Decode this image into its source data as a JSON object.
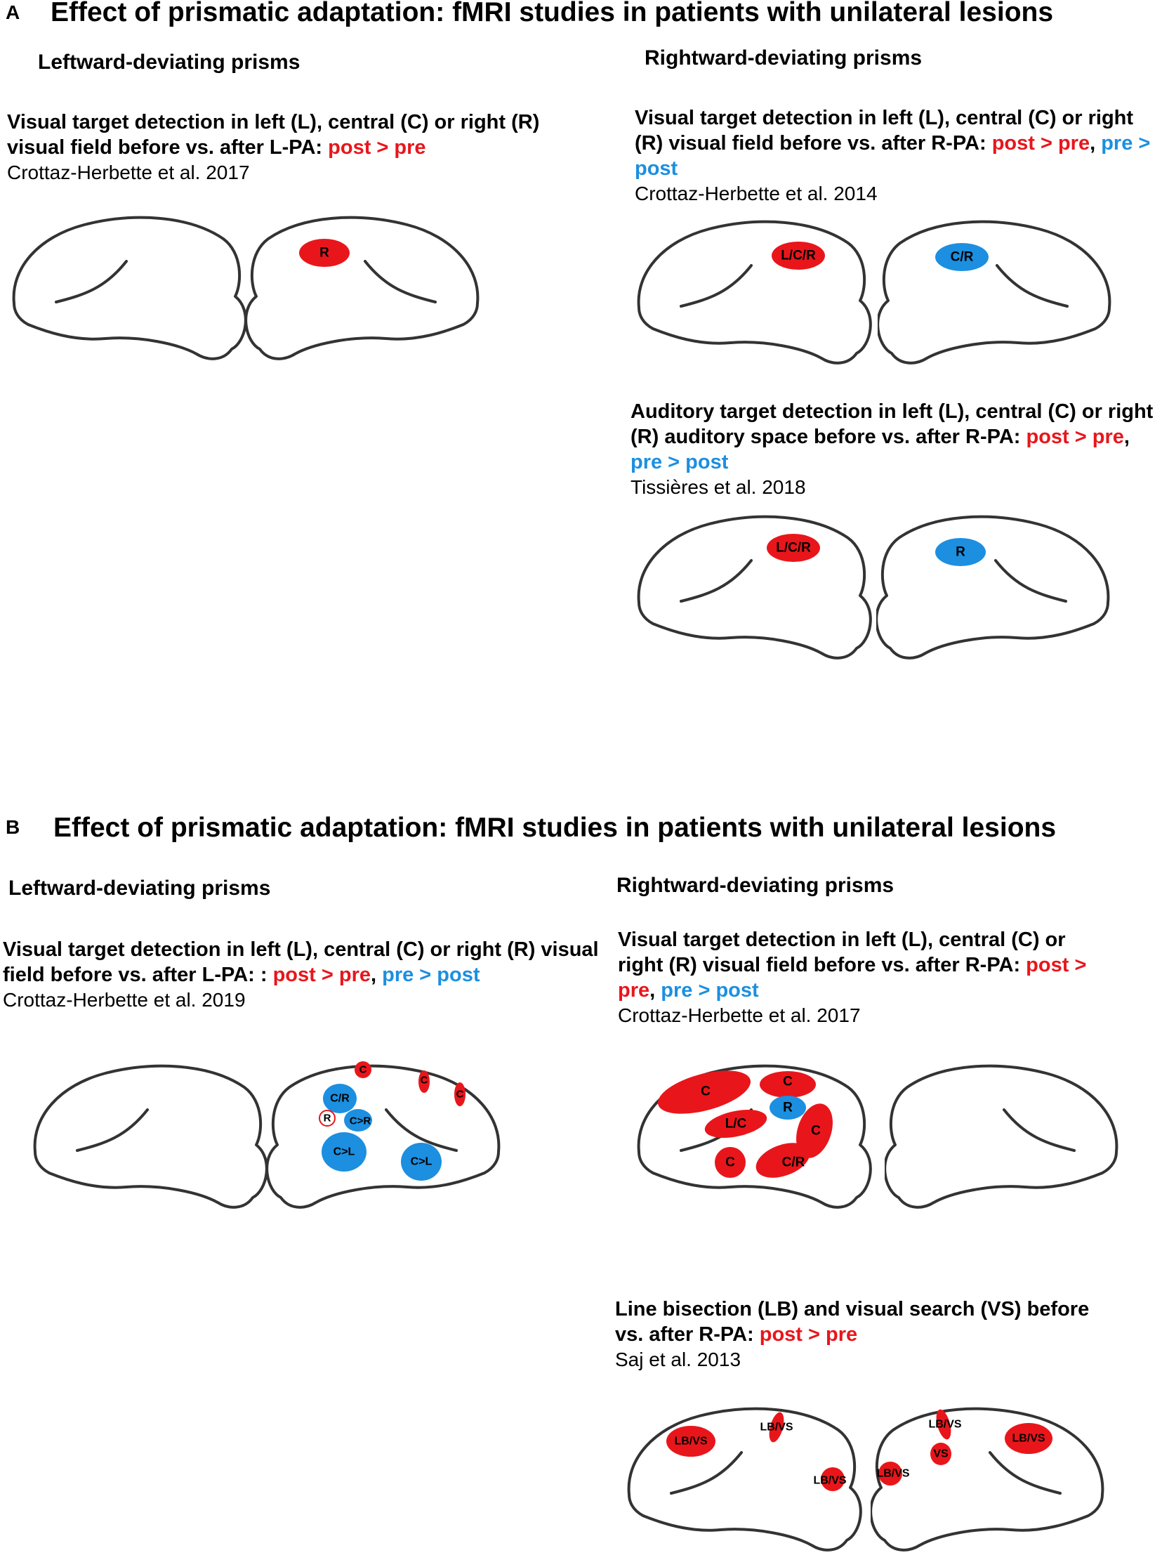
{
  "panel_a": {
    "label": "A",
    "title": "Effect of prismatic adaptation: fMRI studies in patients with unilateral lesions",
    "left_heading": "Leftward-deviating prisms",
    "right_heading": "Rightward-deviating prisms",
    "study1": {
      "desc": "Visual target detection in left (L), central (C) or right (R) visual field before vs. after L-PA:",
      "red": "post > pre",
      "citation": "Crottaz-Herbette et al. 2017",
      "blobs": [
        "R"
      ]
    },
    "study2": {
      "desc": "Visual target detection in left (L), central (C) or right (R) visual field before vs. after R-PA:",
      "red": "post > pre",
      "sep": ",",
      "blue": "pre > post",
      "citation": "Crottaz-Herbette et al. 2014",
      "blobs": [
        "L/C/R",
        "C/R"
      ]
    },
    "study3": {
      "desc": "Auditory target detection in left (L), central (C) or right (R) auditory space before vs. after R-PA:",
      "red": "post > pre",
      "sep": ",",
      "blue": "pre > post",
      "citation": "Tissières et al. 2018",
      "blobs": [
        "L/C/R",
        "R"
      ]
    }
  },
  "panel_b": {
    "label": "B",
    "title": "Effect of prismatic adaptation: fMRI studies in patients with unilateral lesions",
    "left_heading": "Leftward-deviating prisms",
    "right_heading": "Rightward-deviating prisms",
    "study1": {
      "desc": "Visual target detection in left (L), central (C) or right (R) visual field before vs. after L-PA: :",
      "red": "post > pre",
      "sep": ",",
      "blue": "pre > post",
      "citation": "Crottaz-Herbette et al. 2019",
      "blobs": [
        "C",
        "C",
        "C",
        "C/R",
        "R",
        "C>R",
        "C>L",
        "C>L"
      ]
    },
    "study2": {
      "desc": "Visual target detection in left (L), central (C) or right (R) visual field before vs. after R-PA:",
      "red": "post > pre",
      "sep": ",",
      "blue": "pre > post",
      "citation": "Crottaz-Herbette et al. 2017",
      "blobs": [
        "C",
        "C",
        "R",
        "L/C",
        "C",
        "C",
        "C/R"
      ]
    },
    "study3": {
      "desc": "Line bisection (LB) and visual search (VS) before vs. after R-PA:",
      "red": "post > pre",
      "citation": "Saj et al. 2013",
      "blobs": [
        "LB/VS",
        "LB/VS",
        "LB/VS",
        "LB/VS",
        "VS",
        "LB/VS",
        "LB/VS"
      ]
    }
  },
  "colors": {
    "increase": "#e8161b",
    "decrease": "#1c8fe0"
  }
}
